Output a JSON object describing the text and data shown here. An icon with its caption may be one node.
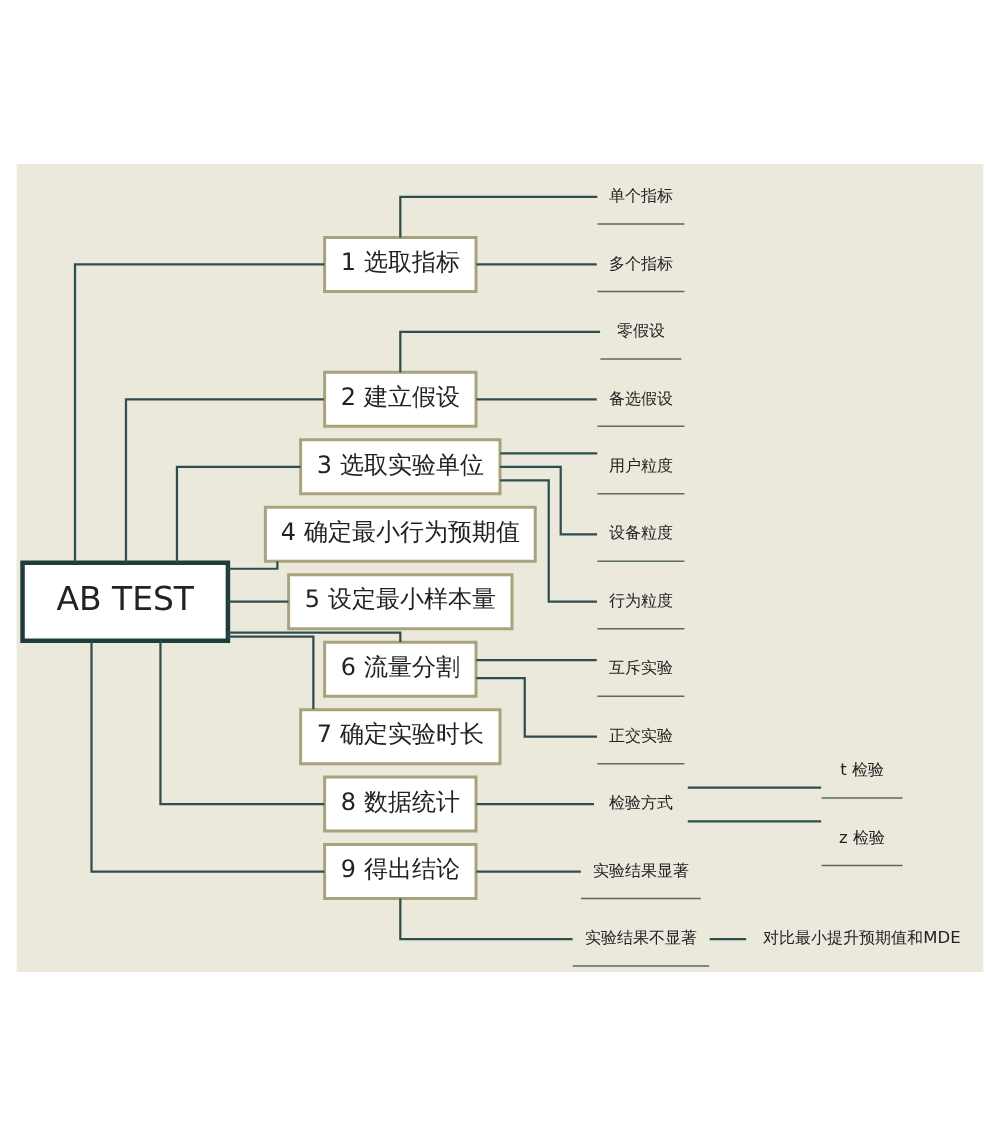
{
  "diagram": {
    "nodes": [
      {
        "text": [
          "AB TEST"
        ]
      },
      {
        "text": [
          "1 选取指标"
        ]
      },
      {
        "text": [
          "单个指标"
        ]
      },
      {
        "text": [
          "多个指标"
        ]
      },
      {
        "text": [
          "2 建立假设"
        ]
      },
      {
        "text": [
          "零假设"
        ]
      },
      {
        "text": [
          "备选假设"
        ]
      },
      {
        "text": [
          "3 选取实验单位"
        ]
      },
      {
        "text": [
          "用户粒度"
        ]
      },
      {
        "text": [
          "设备粒度"
        ]
      },
      {
        "text": [
          "行为粒度"
        ]
      },
      {
        "text": [
          "4 确定最小行为预期值"
        ]
      },
      {
        "text": [
          "5 设定最小样本量"
        ]
      },
      {
        "text": [
          "6 流量分割"
        ]
      },
      {
        "text": [
          "互斥实验"
        ]
      },
      {
        "text": [
          "正交实验"
        ]
      },
      {
        "text": [
          "7 确定实验时长"
        ]
      },
      {
        "text": [
          "8 数据统计"
        ]
      },
      {
        "text": [
          "检验方式"
        ]
      },
      {
        "text": [
          "t 检验"
        ]
      },
      {
        "text": [
          "z 检验"
        ]
      },
      {
        "text": [
          "9 得出结论"
        ]
      },
      {
        "text": [
          "实验结果显著"
        ]
      },
      {
        "text": [
          "实验结果不显著"
        ]
      },
      {
        "text": [
          "对比最小提升预期值和MDE"
        ]
      }
    ],
    "edges": [
      {
        "from": 0,
        "to": 1,
        "arrow": "none"
      },
      {
        "from": 1,
        "to": 2,
        "arrow": "none"
      },
      {
        "from": 1,
        "to": 3,
        "arrow": "none"
      },
      {
        "from": 0,
        "to": 4,
        "arrow": "none"
      },
      {
        "from": 4,
        "to": 5,
        "arrow": "none"
      },
      {
        "from": 4,
        "to": 6,
        "arrow": "none"
      },
      {
        "from": 0,
        "to": 7,
        "arrow": "none"
      },
      {
        "from": 7,
        "to": 8,
        "arrow": "none"
      },
      {
        "from": 7,
        "to": 9,
        "arrow": "none"
      },
      {
        "from": 7,
        "to": 10,
        "arrow": "none"
      },
      {
        "from": 0,
        "to": 11,
        "arrow": "none"
      },
      {
        "from": 0,
        "to": 12,
        "arrow": "none"
      },
      {
        "from": 0,
        "to": 13,
        "arrow": "none"
      },
      {
        "from": 13,
        "to": 14,
        "arrow": "none"
      },
      {
        "from": 13,
        "to": 15,
        "arrow": "none"
      },
      {
        "from": 0,
        "to": 16,
        "arrow": "none"
      },
      {
        "from": 0,
        "to": 17,
        "arrow": "none"
      },
      {
        "from": 17,
        "to": 18,
        "arrow": "none"
      },
      {
        "from": 18,
        "to": 19,
        "arrow": "none"
      },
      {
        "from": 18,
        "to": 20,
        "arrow": "none"
      },
      {
        "from": 0,
        "to": 21,
        "arrow": "none"
      },
      {
        "from": 21,
        "to": 22,
        "arrow": "none"
      },
      {
        "from": 21,
        "to": 23,
        "arrow": "none"
      },
      {
        "from": 23,
        "to": 24,
        "arrow": "none"
      }
    ]
  }
}
